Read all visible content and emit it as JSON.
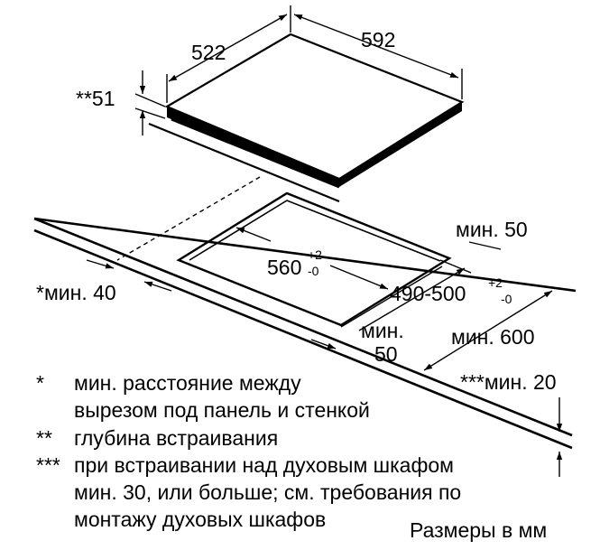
{
  "diagram": {
    "dims": {
      "hob_width": "592",
      "hob_depth": "522",
      "hob_height": "**51",
      "cutout_width_main": "560",
      "cutout_width_tol_plus": "+2",
      "cutout_width_tol_minus": "-0",
      "cutout_depth_main": "490-500",
      "cutout_depth_tol_plus": "+2",
      "cutout_depth_tol_minus": "-0",
      "min_back": "мин. 50",
      "min_left": "*мин. 40",
      "min_front_label": "мин.",
      "min_front_value": "50",
      "min_worktop_depth": "мин. 600",
      "min_thickness": "***мин. 20"
    },
    "notes": [
      {
        "marker": "*",
        "lines": [
          "мин. расстояние между",
          "вырезом под панель и стенкой"
        ]
      },
      {
        "marker": "**",
        "lines": [
          "глубина встраивания"
        ]
      },
      {
        "marker": "***",
        "lines": [
          "при встраивании над духовым шкафом",
          "мин. 30, или больше; см. требования по",
          "монтажу духовых шкафов"
        ]
      }
    ],
    "units_caption": "Размеры в мм"
  }
}
